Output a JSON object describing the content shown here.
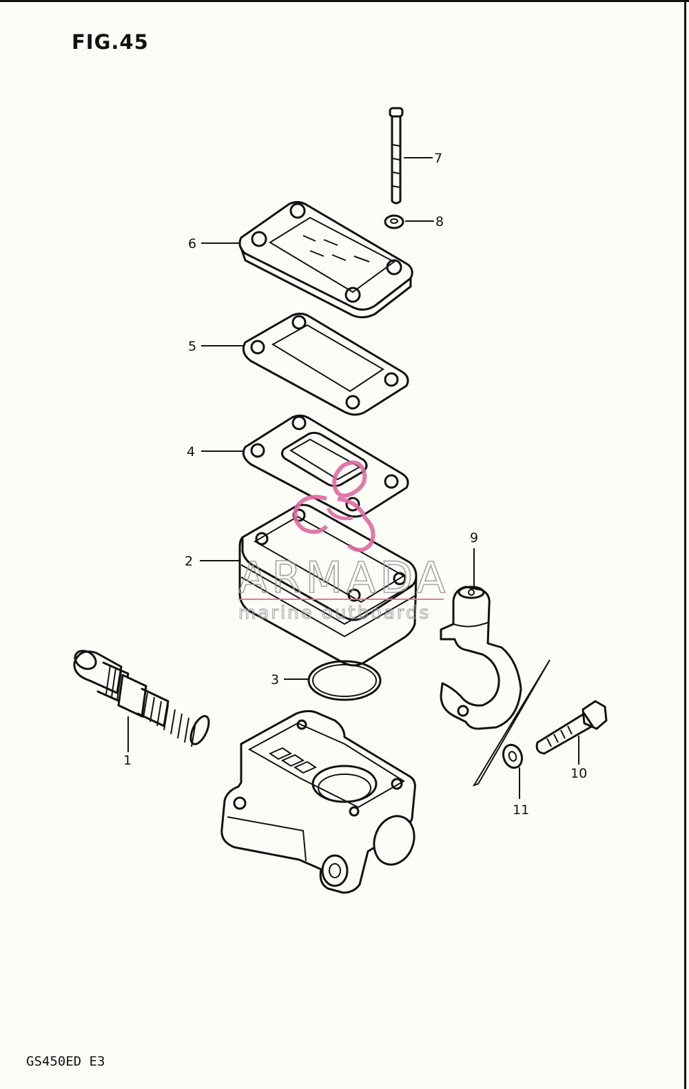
{
  "figure": {
    "title": "FIG.45",
    "model_code": "GS450ED E3"
  },
  "watermark": {
    "brand": "ARMADA",
    "tagline": "marine outboards",
    "accent_color": "#e06aa0",
    "text_color": "#9a9a9a"
  },
  "callouts": [
    {
      "id": "1"
    },
    {
      "id": "2"
    },
    {
      "id": "3"
    },
    {
      "id": "4"
    },
    {
      "id": "5"
    },
    {
      "id": "6"
    },
    {
      "id": "7"
    },
    {
      "id": "8"
    },
    {
      "id": "9"
    },
    {
      "id": "10"
    },
    {
      "id": "11"
    }
  ]
}
